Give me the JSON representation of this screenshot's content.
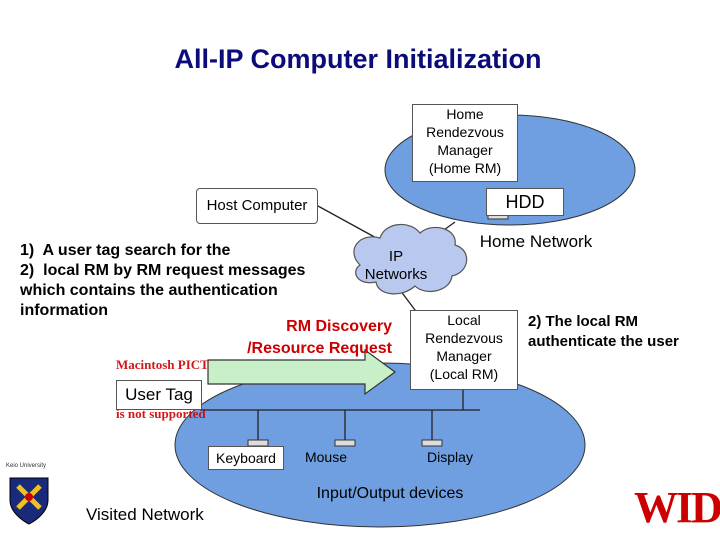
{
  "slide": {
    "title": "All-IP Computer Initialization"
  },
  "home_rm": {
    "label": "Home\nRendezvous\nManager\n(Home RM)"
  },
  "host": {
    "label": "Host Computer"
  },
  "hdd": {
    "label": "HDD"
  },
  "home_network": {
    "label": "Home Network"
  },
  "ip_cloud": {
    "label": "IP\nNetworks"
  },
  "steps": {
    "text": "1)  A user tag search for the\n2)  local RM by RM request messages\nwhich contains the authentication\ninformation"
  },
  "discovery": {
    "line1": "RM Discovery",
    "line2": "/Resource Request"
  },
  "local_rm": {
    "label": "Local\nRendezvous\nManager\n(Local RM)"
  },
  "local_auth": {
    "text": "2) The local RM\nauthenticate the user"
  },
  "user_tag": {
    "label": "User Tag"
  },
  "placeholder_image": {
    "line1": "Macintosh PICT",
    "line2": "is not supported"
  },
  "devices": {
    "keyboard": "Keyboard",
    "mouse": "Mouse",
    "display": "Display",
    "caption": "Input/Output devices"
  },
  "visited_network": {
    "label": "Visited Network"
  },
  "logos": {
    "keio": "Keio University",
    "wide": "WIDE"
  },
  "colors": {
    "title": "#0b0b7a",
    "network_fill": "#6f9fe0",
    "cloud_fill": "#b8c8ee",
    "arrow_fill": "#c8f0c8",
    "discovery_text": "#cc0000"
  }
}
